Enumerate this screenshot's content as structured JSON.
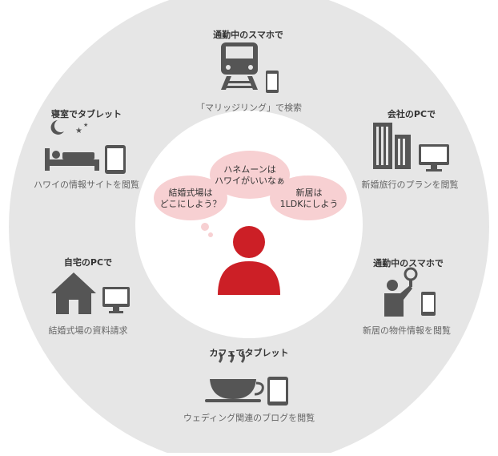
{
  "colors": {
    "ring": "#e6e6e6",
    "center": "#ffffff",
    "icon": "#555555",
    "bubble": "#f7d0d2",
    "person": "#cc1f26"
  },
  "bubbles": [
    {
      "lines": [
        "結婚式場は",
        "どこにしよう？"
      ]
    },
    {
      "lines": [
        "ハネムーンは",
        "ハワイがいいなぁ"
      ]
    },
    {
      "lines": [
        "新居は",
        "1LDKにしよう"
      ]
    }
  ],
  "scenes": {
    "commute_top": {
      "title": "通勤中のスマホで",
      "desc": "「マリッジリング」で検索",
      "icon": "train-icon"
    },
    "office_pc": {
      "title": "会社のPCで",
      "desc": "新婚旅行のプランを閲覧",
      "icon": "office-building-icon"
    },
    "commute_right": {
      "title": "通勤中のスマホで",
      "desc": "新居の物件情報を閲覧",
      "icon": "standing-passenger-icon"
    },
    "cafe_tablet": {
      "title": "カフェでタブレット",
      "desc": "ウェディング関連のブログを閲覧",
      "icon": "coffee-cup-icon"
    },
    "home_pc": {
      "title": "自宅のPCで",
      "desc": "結婚式場の資料請求",
      "icon": "house-icon"
    },
    "bedroom_tablet": {
      "title": "寝室でタブレット",
      "desc": "ハワイの情報サイトを閲覧",
      "icon": "bed-icon"
    }
  }
}
